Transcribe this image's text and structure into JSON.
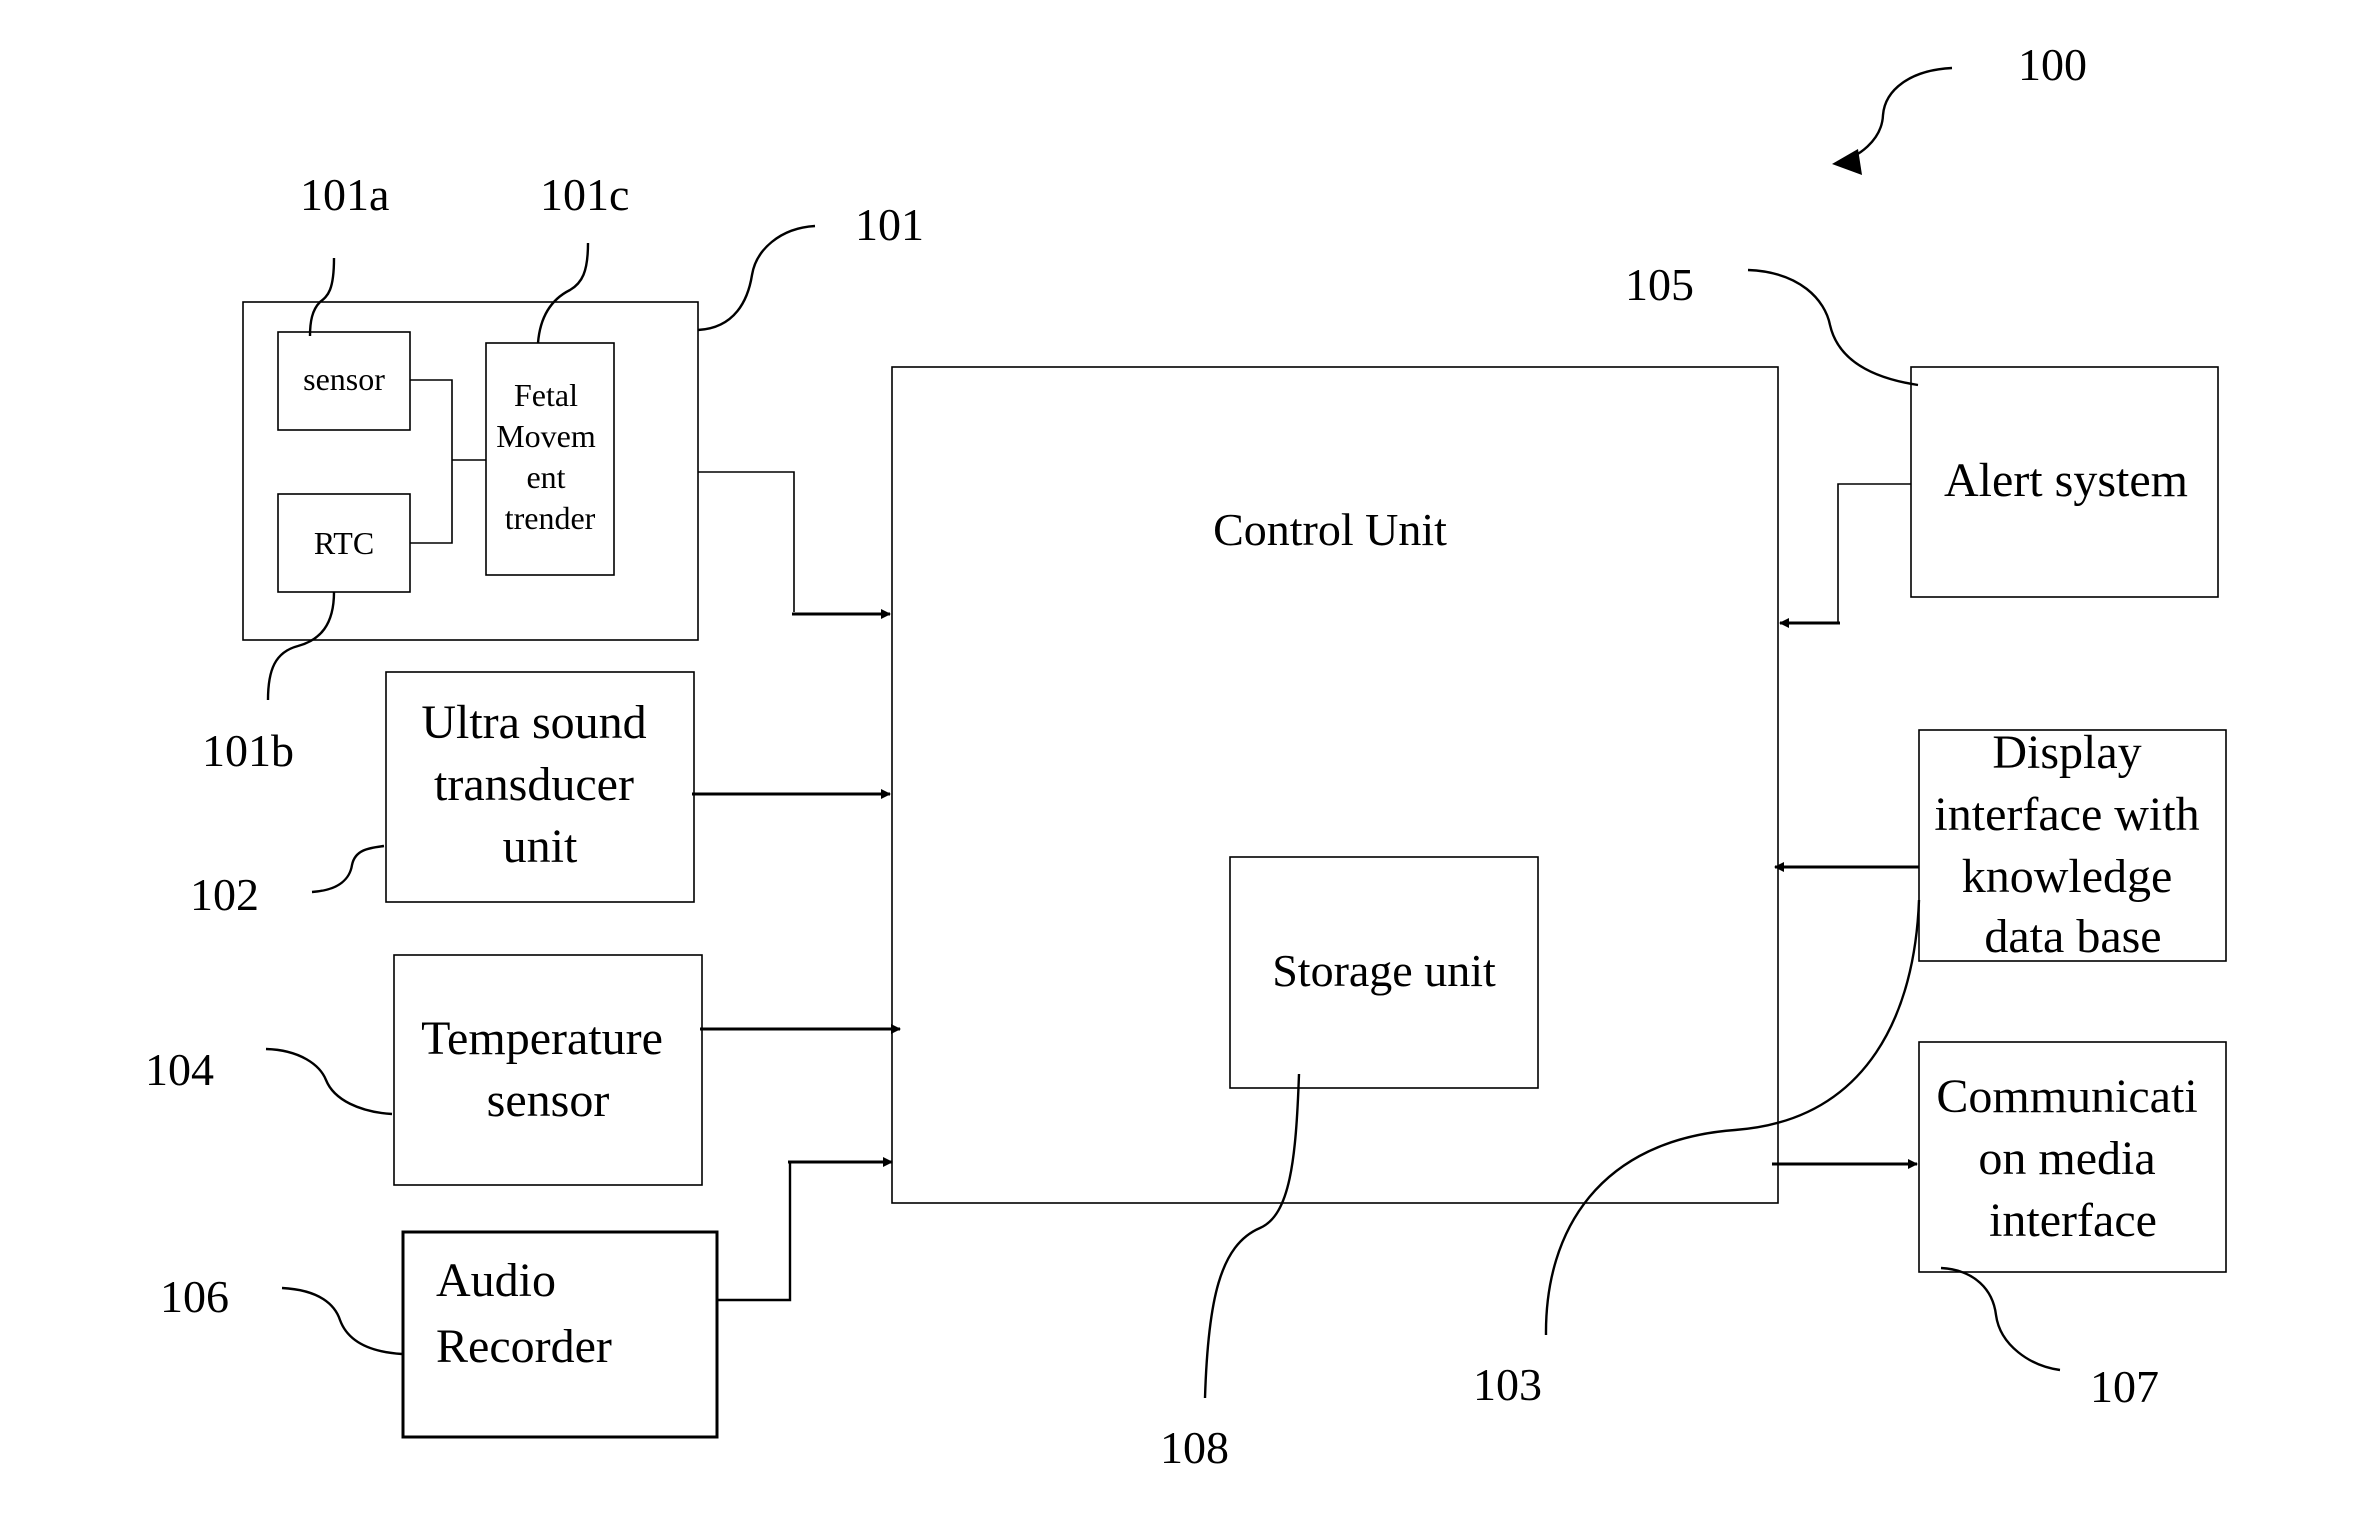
{
  "figure": {
    "ref_number": "100"
  },
  "blocks": {
    "fetal_module": {
      "ref": "101"
    },
    "sensor": {
      "label": "sensor",
      "ref": "101a"
    },
    "rtc": {
      "label": "RTC",
      "ref": "101b"
    },
    "trender": {
      "lines": [
        "Fetal",
        "Movem",
        "ent",
        "trender"
      ],
      "ref": "101c"
    },
    "ultrasound": {
      "lines": [
        "Ultra sound",
        "transducer",
        "unit"
      ],
      "ref": "102"
    },
    "temperature": {
      "lines": [
        "Temperature",
        "sensor"
      ],
      "ref": "104"
    },
    "audio": {
      "lines": [
        "Audio",
        "Recorder"
      ],
      "ref": "106"
    },
    "control_unit": {
      "label": "Control Unit"
    },
    "storage": {
      "label": "Storage unit",
      "ref": "108"
    },
    "alert": {
      "label": "Alert system",
      "ref": "105"
    },
    "display": {
      "lines": [
        "Display",
        "interface with",
        "knowledge",
        "data base"
      ],
      "ref": "103"
    },
    "communication": {
      "lines": [
        "Communicati",
        "on media",
        "interface"
      ],
      "ref": "107"
    }
  }
}
